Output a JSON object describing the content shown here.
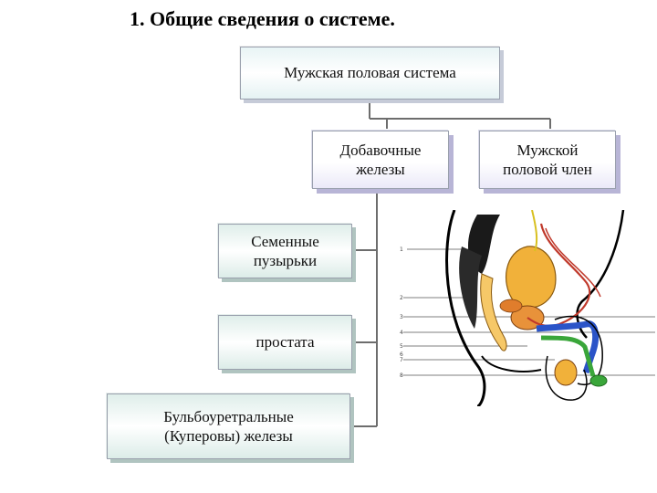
{
  "title": "1. Общие сведения о системе.",
  "root": {
    "label": "Мужская половая система"
  },
  "branches": [
    {
      "label_lines": [
        "Добавочные",
        "железы"
      ]
    },
    {
      "label_lines": [
        "Мужской",
        "половой член"
      ]
    }
  ],
  "glands": [
    {
      "label_lines": [
        "Семенные",
        "пузырьки"
      ]
    },
    {
      "label_lines": [
        "простата"
      ]
    },
    {
      "label_lines": [
        "Бульбоуретральные",
        "(Куперовы) железы"
      ]
    }
  ],
  "illustration": {
    "leader_numbers": [
      "1",
      "2",
      "3",
      "4",
      "5",
      "6",
      "7",
      "8"
    ],
    "colors": {
      "bladder": "#f1b13a",
      "prostate": "#e8923a",
      "vessels": "#c0392b",
      "urethra_blue": "#2b54c8",
      "urethra_green": "#3aa63a",
      "outline": "#000000"
    }
  }
}
